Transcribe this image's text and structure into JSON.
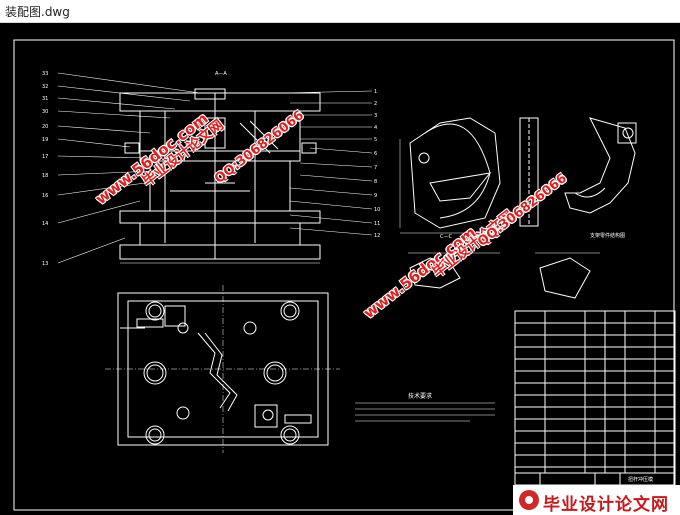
{
  "window": {
    "title": "装配图.dwg"
  },
  "drawing": {
    "section_label_aa": "A—A",
    "section_label_cc": "C—C",
    "tech_req_title": "技术要求",
    "part_name": "扭杆冲压模",
    "part_caption": "支架零件结构图",
    "top_leader_numbers": [
      "33",
      "32",
      "31",
      "30",
      "20",
      "19",
      "17",
      "18",
      "16",
      "14",
      "13"
    ],
    "side_leader_numbers": [
      "1",
      "2",
      "3",
      "4",
      "5",
      "6",
      "7",
      "8",
      "9",
      "10",
      "11",
      "12"
    ]
  },
  "watermarks": {
    "site": "www.56doc.com",
    "qq": "QQ:306826066",
    "slogan": "毕业设计论文网"
  },
  "brand": {
    "text": "毕业设计论文网"
  },
  "colors": {
    "background": "#000000",
    "lines": "#ffffff",
    "watermark": "#e02020"
  }
}
